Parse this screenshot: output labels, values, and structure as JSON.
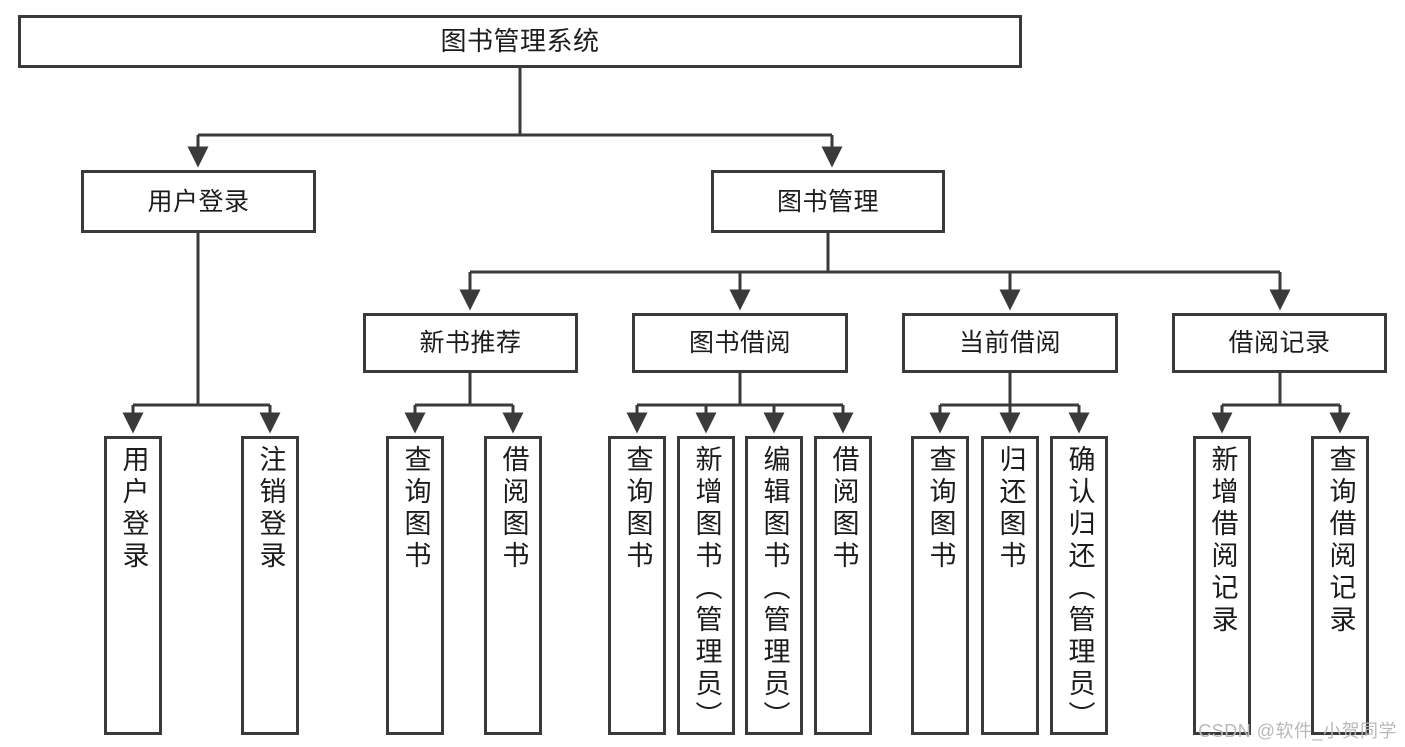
{
  "diagram": {
    "title": "图书管理系统",
    "watermark": "CSDN @软件_小贺同学",
    "colors": {
      "stroke": "#3a3a3a",
      "background": "#ffffff",
      "text": "#1c1c1c",
      "watermark": "#b9b9b9"
    },
    "root": {
      "label": "图书管理系统"
    },
    "level2": [
      {
        "label": "用户登录"
      },
      {
        "label": "图书管理"
      }
    ],
    "level3": [
      {
        "label": "新书推荐"
      },
      {
        "label": "图书借阅"
      },
      {
        "label": "当前借阅"
      },
      {
        "label": "借阅记录"
      }
    ],
    "leaves": [
      {
        "label": "用户登录"
      },
      {
        "label": "注销登录"
      },
      {
        "label": "查询图书"
      },
      {
        "label": "借阅图书"
      },
      {
        "label": "查询图书"
      },
      {
        "label": "新增图书（管理员）"
      },
      {
        "label": "编辑图书（管理员）"
      },
      {
        "label": "借阅图书"
      },
      {
        "label": "查询图书"
      },
      {
        "label": "归还图书"
      },
      {
        "label": "确认归还（管理员）"
      },
      {
        "label": "新增借阅记录"
      },
      {
        "label": "查询借阅记录"
      }
    ]
  }
}
